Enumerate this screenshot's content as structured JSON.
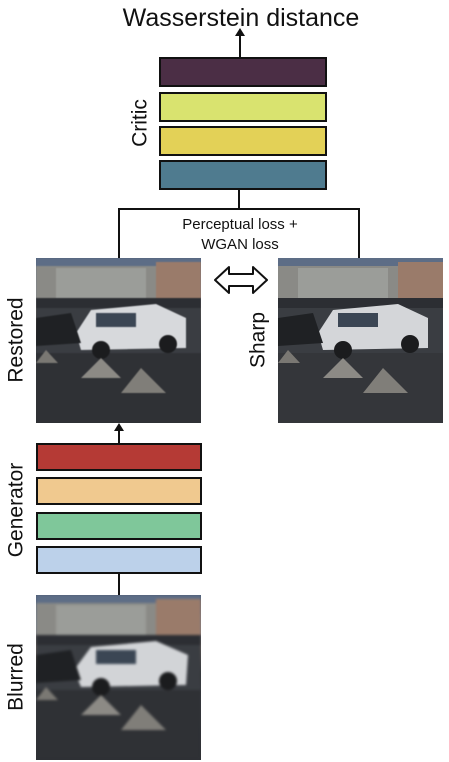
{
  "title": "Wasserstein distance",
  "critic": {
    "label": "Critic",
    "layers": [
      {
        "color": "#4b2e45"
      },
      {
        "color": "#d9e36f"
      },
      {
        "color": "#e3d157"
      },
      {
        "color": "#4f7b8f"
      }
    ]
  },
  "loss": {
    "line1": "Perceptual loss +",
    "line2": "WGAN loss"
  },
  "generator": {
    "label": "Generator",
    "layers": [
      {
        "color": "#b53a35"
      },
      {
        "color": "#f0c98f"
      },
      {
        "color": "#7fc79a"
      },
      {
        "color": "#bcd1ea"
      }
    ]
  },
  "images": {
    "restored_label": "Restored",
    "sharp_label": "Sharp",
    "blurred_label": "Blurred"
  },
  "colors": {
    "line": "#111111",
    "background": "#ffffff"
  }
}
